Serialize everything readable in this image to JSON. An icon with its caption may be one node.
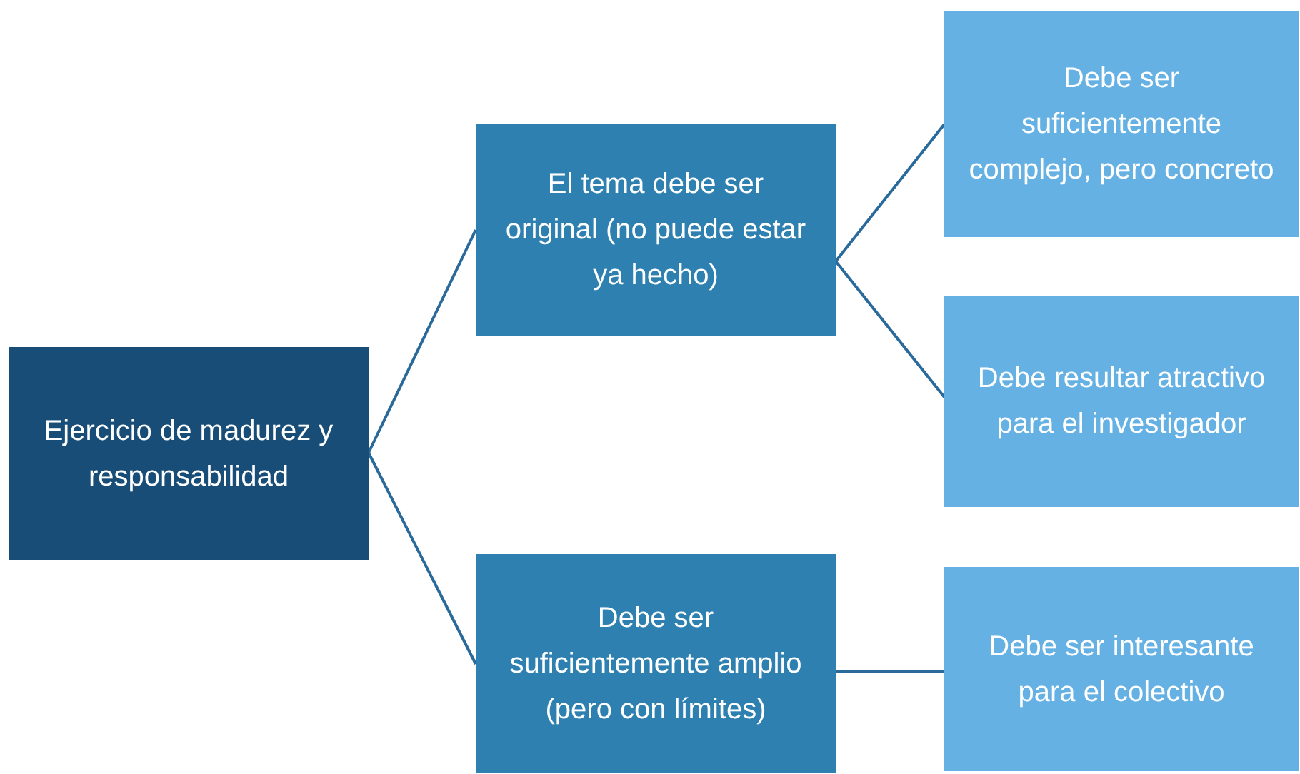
{
  "diagram": {
    "nodes": [
      {
        "text": [
          "Ejercicio de madurez y responsabilidad"
        ]
      },
      {
        "text": [
          "El tema debe ser original (no puede estar ya hecho)"
        ]
      },
      {
        "text": [
          "Debe ser suficientemente amplio (pero con límites)"
        ]
      },
      {
        "text": [
          "Debe ser suficientemente complejo, pero concreto"
        ]
      },
      {
        "text": [
          "Debe resultar atractivo para el investigador"
        ]
      },
      {
        "text": [
          "Debe ser interesante para el colectivo"
        ]
      }
    ],
    "edges": [
      {
        "from": 0,
        "to": 1,
        "arrow": "none"
      },
      {
        "from": 0,
        "to": 2,
        "arrow": "none"
      },
      {
        "from": 1,
        "to": 3,
        "arrow": "none"
      },
      {
        "from": 1,
        "to": 4,
        "arrow": "none"
      },
      {
        "from": 2,
        "to": 5,
        "arrow": "none"
      }
    ]
  }
}
